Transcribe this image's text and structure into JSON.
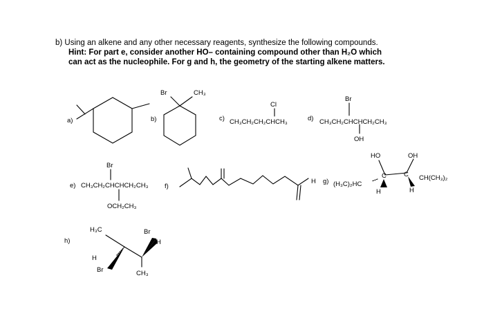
{
  "question": {
    "line1": "b)  Using an alkene and any other necessary reagents, synthesize the following compounds.",
    "line2": "Hint: For part e, consider another HO– containing compound other than H₂O which",
    "line3": "can act as the nucleophile. For g and h, the geometry of the starting alkene matters."
  },
  "parts": {
    "a": "a)",
    "b": "b)",
    "c": "c)",
    "d": "d)",
    "e": "e)",
    "f": "f)",
    "g": "g)",
    "h": "h)"
  },
  "atoms": {
    "br": "Br",
    "ch3": "CH₃",
    "cl": "Cl",
    "oh": "OH",
    "ho": "HO",
    "h": "H",
    "och2ch3": "OCH₂CH₃",
    "h3c": "H₃C"
  },
  "formulas": {
    "c": "CH₃CH₂CH₂CHCH₃",
    "d": "CH₃CH₂CHCHCH₂CH₃",
    "e": "CH₃CH₂CHCHCH₂CH₃",
    "g_left": "(H₃C)₂HC",
    "g_right": "CH(CH₃)₂",
    "g_c": "C"
  }
}
